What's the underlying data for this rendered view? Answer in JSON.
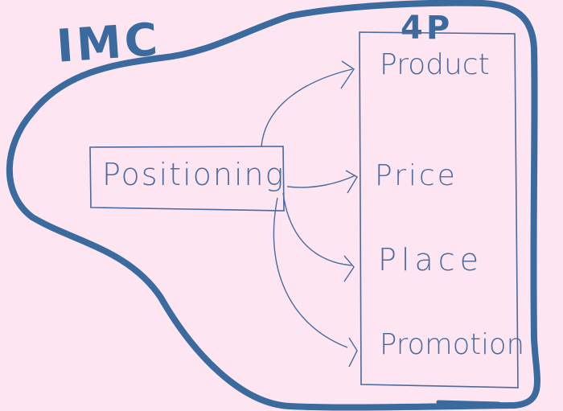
{
  "diagram": {
    "title_imc": "IMC",
    "title_4p": "4P",
    "source_box": "Positioning",
    "targets": [
      {
        "label": "Product"
      },
      {
        "label": "Price"
      },
      {
        "label": "Place"
      },
      {
        "label": "Promotion"
      }
    ],
    "colors": {
      "background": "#fde6f2",
      "outline": "#3a6a9e",
      "ink": "#4a6aa0"
    }
  }
}
